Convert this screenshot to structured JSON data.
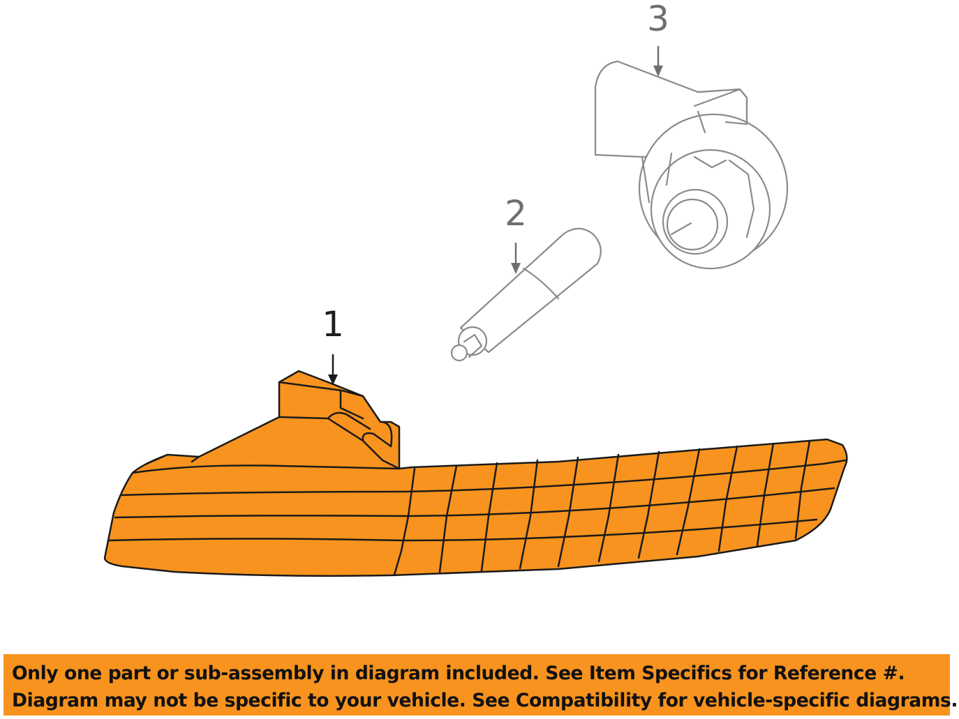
{
  "callouts": {
    "part1": "1",
    "part2": "2",
    "part3": "3"
  },
  "banner": {
    "line1": "Only one part or sub-assembly in diagram included. See Item Specifics for Reference #.",
    "line2": "Diagram may not be specific to your vehicle. See Compatibility for vehicle-specific diagrams."
  },
  "colors": {
    "lens_fill": "#f7931e",
    "outline": "#1a1a1a",
    "bulb_line": "#8a8a8a",
    "banner_bg": "#f7931e"
  },
  "parts": [
    {
      "callout": "1",
      "icon": "turn-signal-lens-icon"
    },
    {
      "callout": "2",
      "icon": "bulb-icon"
    },
    {
      "callout": "3",
      "icon": "bulb-socket-icon"
    }
  ]
}
